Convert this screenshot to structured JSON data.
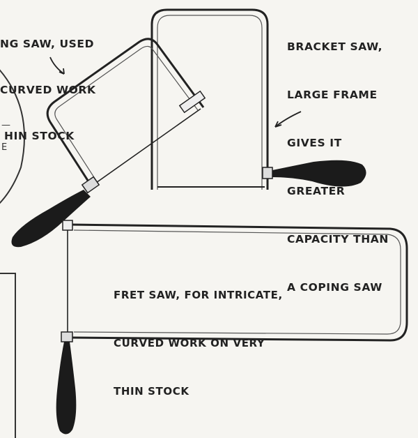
{
  "coping_saw_caption": {
    "lines": [
      "NG SAW, USED",
      "CURVED WORK",
      "HIN STOCK"
    ]
  },
  "bracket_saw_caption": {
    "lines": [
      "BRACKET SAW,",
      "LARGE FRAME",
      "GIVES IT",
      "GREATER",
      "CAPACITY THAN",
      "A COPING SAW"
    ]
  },
  "fret_saw_caption": {
    "lines": [
      "FRET SAW, FOR INTRICATE,",
      "CURVED WORK ON VERY",
      "THIN STOCK"
    ]
  },
  "left_fragments": {
    "mark_1": "E",
    "mark_2": "—"
  },
  "colors": {
    "paper": "#f6f5f1",
    "ink": "#222222",
    "handle": "#1b1b1b"
  }
}
